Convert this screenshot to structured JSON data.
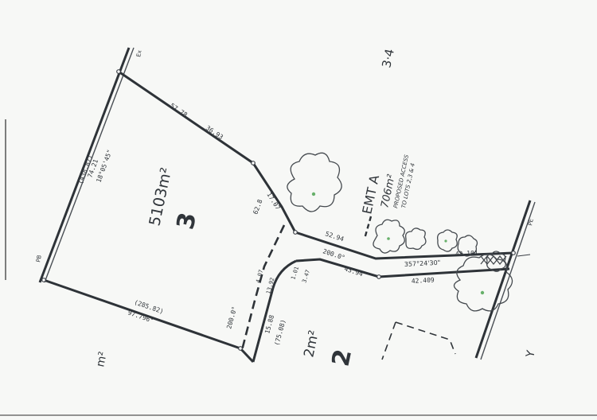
{
  "lots": {
    "lot3": {
      "area": "5103m²",
      "number": "3"
    },
    "lot2": {
      "area": "2m²",
      "number": "2"
    },
    "lot_left": {
      "area": "m²"
    }
  },
  "easement": {
    "label": "EMT  A",
    "area": "706m²",
    "note_line1": "PROPOSED ACCESS",
    "note_line2": "TO LOTS 2,3 & 4"
  },
  "corner_label": "3·4",
  "edge_marks": {
    "top": "Ex",
    "left": "PB",
    "right": "PE",
    "bottom_right": "Y"
  },
  "bearings": {
    "west_side_1": "(438.87)",
    "west_side_2": "74.21",
    "west_side_3": "18°05'45\"",
    "ne_side_1": "57.78",
    "ne_side_2": "36.93",
    "upper_south": "(285.82)",
    "upper_south_2": "97.796°",
    "small_a": "62.8",
    "small_b": "17.07",
    "neck_top_1": "52.94",
    "neck_top_2": "200.0°",
    "neck_bottom": "43.94",
    "neck_len": "357°24'30\"",
    "neck_end_top": "43.101",
    "neck_end_bottom": "42.409",
    "driveway_1": "1.01",
    "driveway_2": "3.47",
    "lower_1": "15.88",
    "lower_2": "(75.08)",
    "lower_3": "200.0°",
    "lower_4": "4.07",
    "lower_5": "13.92"
  }
}
